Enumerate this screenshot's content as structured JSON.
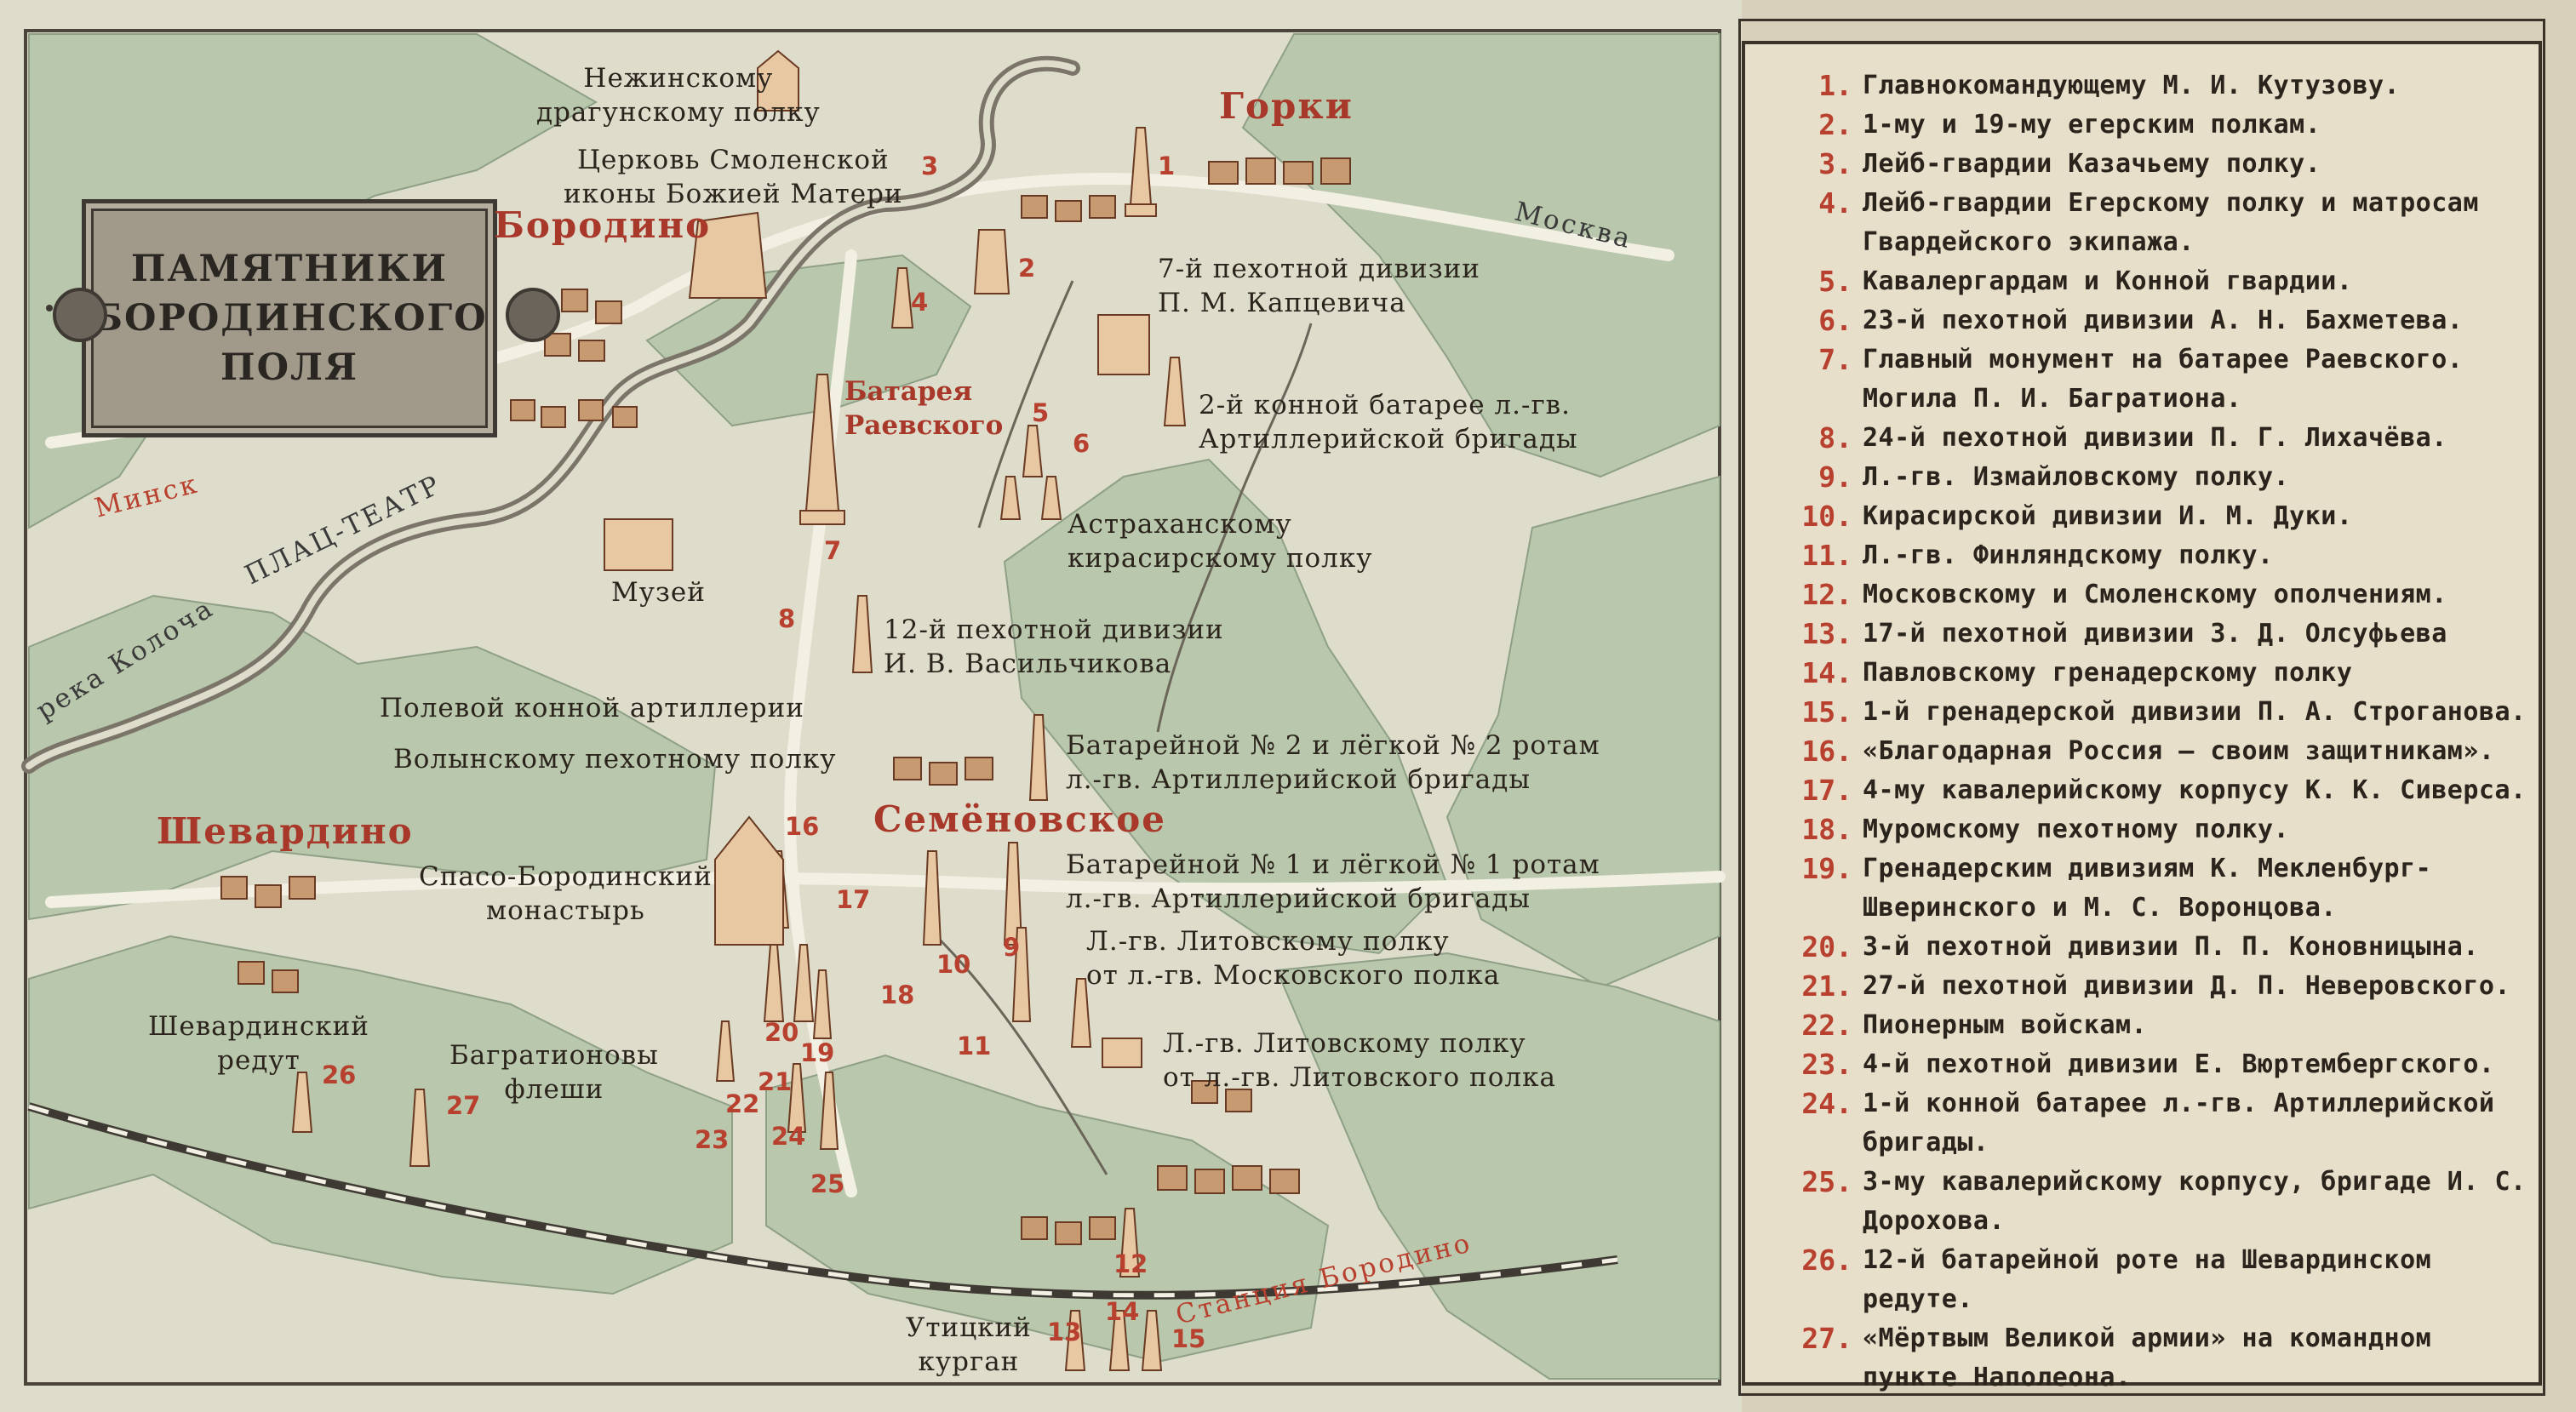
{
  "title": "ПАМЯТНИКИ\nБОРОДИНСКОГО\nПОЛЯ",
  "colors": {
    "forest": "#b9c7ac",
    "field": "#dedccb",
    "river": "#7a7568",
    "accent_red": "#b8402e",
    "monument": "#8a4a2e",
    "paper": "#e8dfcb"
  },
  "villages": {
    "gorki": "Горки",
    "borodino": "Бородино",
    "semenovskoe": "Семёновское",
    "shevardino": "Шевардино"
  },
  "places": {
    "plats_teatr": "ПЛАЦ-ТЕАТР",
    "moskva": "Москва",
    "minsk": "Минск",
    "kolocha": "река Колоча",
    "stantsiya": "Станция Бородино"
  },
  "map_labels": {
    "nezhinsky": "Нежинскому\nдрагунскому полку",
    "tserkov": "Церковь Смоленской\nиконы Божией Матери",
    "kaptsevich": "7-й пехотной дивизии\nП. М. Капцевича",
    "batareya": "Батарея\nРаевского",
    "konnaya_2": "2-й конной батарее л.-гв.\nАртиллерийской бригады",
    "astrakhan": "Астраханскому\nкирасирскому полку",
    "muzei": "Музей",
    "vasilchikov": "12-й пехотной дивизии\nИ. В. Васильчикова",
    "polevoi": "Полевой конной артиллерии",
    "volynsky": "Волынскому пехотному полку",
    "rota_2": "Батарейной № 2 и лёгкой № 2 ротам\nл.-гв. Артиллерийской бригады",
    "rota_1": "Батарейной № 1 и лёгкой № 1 ротам\nл.-гв. Артиллерийской бригады",
    "monastyr": "Спасо-Бородинский\nмонастырь",
    "litovsky_m": "Л.-гв. Литовскому полку\nот л.-гв. Московского полка",
    "litovsky_l": "Л.-гв. Литовскому полку\nот л.-гв. Литовского полка",
    "redut": "Шевардинский\nредут",
    "fleshi": "Багратионовы\nфлеши",
    "kurgan": "Утицкий\nкурган"
  },
  "map_numbers": [
    "1",
    "2",
    "3",
    "4",
    "5",
    "6",
    "7",
    "8",
    "9",
    "10",
    "11",
    "12",
    "13",
    "14",
    "15",
    "16",
    "17",
    "18",
    "19",
    "20",
    "21",
    "22",
    "23",
    "24",
    "25",
    "26",
    "27"
  ],
  "legend": [
    {
      "num": "1.",
      "text": "Главнокомандующему М. И. Кутузову."
    },
    {
      "num": "2.",
      "text": "1-му и 19-му егерским полкам."
    },
    {
      "num": "3.",
      "text": "Лейб-гвардии Казачьему полку."
    },
    {
      "num": "4.",
      "text": "Лейб-гвардии Егерскому полку и матросам Гвардейского экипажа."
    },
    {
      "num": "5.",
      "text": "Кавалергардам и Конной гвардии."
    },
    {
      "num": "6.",
      "text": "23-й пехотной дивизии А. Н. Бахметева."
    },
    {
      "num": "7.",
      "text": "Главный монумент на батарее Раевского. Могила П. И. Багратиона."
    },
    {
      "num": "8.",
      "text": "24-й пехотной дивизии П. Г. Лихачёва."
    },
    {
      "num": "9.",
      "text": "Л.-гв. Измайловскому полку."
    },
    {
      "num": "10.",
      "text": "Кирасирской дивизии И. М. Дуки."
    },
    {
      "num": "11.",
      "text": "Л.-гв. Финляндскому полку."
    },
    {
      "num": "12.",
      "text": "Московскому и Смоленскому ополчениям."
    },
    {
      "num": "13.",
      "text": "17-й пехотной дивизии З. Д. Олсуфьева"
    },
    {
      "num": "14.",
      "text": "Павловскому гренадерскому полку"
    },
    {
      "num": "15.",
      "text": "1-й гренадерской дивизии П. А. Строганова."
    },
    {
      "num": "16.",
      "text": "«Благодарная Россия — своим защитникам»."
    },
    {
      "num": "17.",
      "text": "4-му кавалерийскому корпусу К. К. Сиверса."
    },
    {
      "num": "18.",
      "text": "Муромскому пехотному полку."
    },
    {
      "num": "19.",
      "text": "Гренадерским дивизиям К. Мекленбург-Шверинского и М. С. Воронцова."
    },
    {
      "num": "20.",
      "text": "3-й пехотной дивизии П. П. Коновницына."
    },
    {
      "num": "21.",
      "text": "27-й пехотной дивизии Д. П. Неверовского."
    },
    {
      "num": "22.",
      "text": "Пионерным войскам."
    },
    {
      "num": "23.",
      "text": "4-й пехотной дивизии Е. Вюртембергского."
    },
    {
      "num": "24.",
      "text": "1-й конной батарее л.-гв. Артиллерийской бригады."
    },
    {
      "num": "25.",
      "text": "3-му кавалерийскому корпусу, бригаде И. С. Дорохова."
    },
    {
      "num": "26.",
      "text": "12-й батарейной роте на Шевардинском редуте."
    },
    {
      "num": "27.",
      "text": "«Мёртвым Великой армии» на командном пункте Наполеона."
    }
  ]
}
